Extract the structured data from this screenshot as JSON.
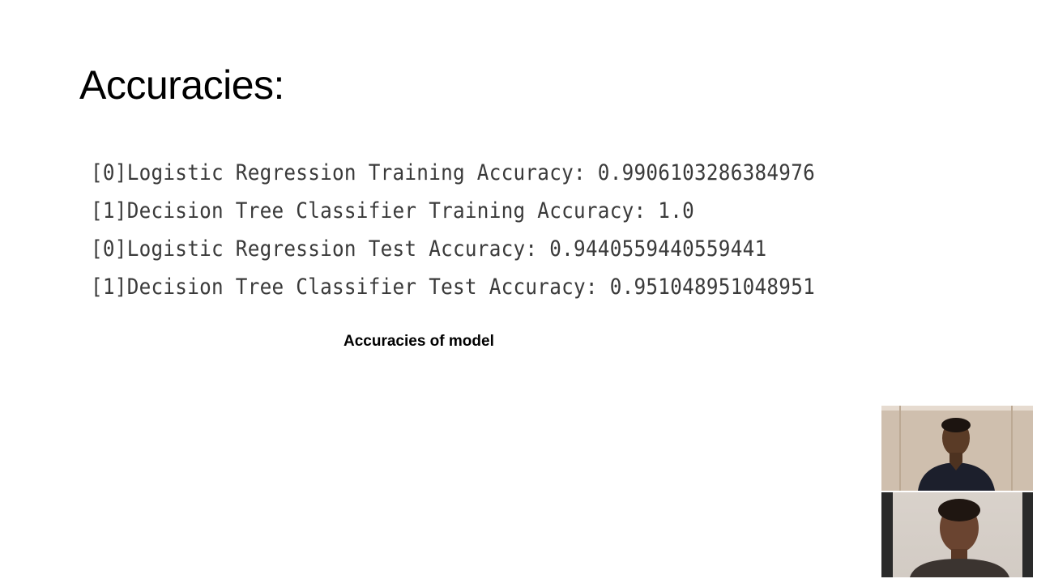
{
  "slide": {
    "title": "Accuracies:",
    "output_lines": [
      "[0]Logistic Regression Training Accuracy: 0.9906103286384976",
      "[1]Decision Tree Classifier Training Accuracy: 1.0",
      "[0]Logistic Regression Test Accuracy: 0.9440559440559441",
      "[1]Decision Tree Classifier Test Accuracy: 0.951048951048951"
    ],
    "caption": "Accuracies of model"
  },
  "video_feeds": [
    {
      "icon": "participant-video-1"
    },
    {
      "icon": "participant-video-2"
    }
  ],
  "colors": {
    "background": "#ffffff",
    "title_text": "#000000",
    "output_text": "#3a3a3a"
  }
}
